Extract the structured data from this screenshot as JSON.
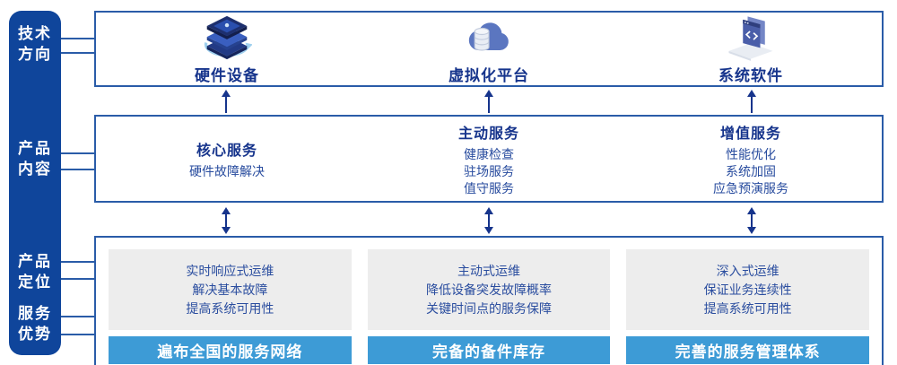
{
  "colors": {
    "sidebar_blue": "#0F459B",
    "box_border_blue": "#2A5CA8",
    "title_navy": "#16348C",
    "body_navy": "#274B9E",
    "bar_sky_blue": "#3D9BD6",
    "gray_panel": "#EDEDED",
    "arrow_navy": "#16348C",
    "icon_light_blue": "#9FD0EE",
    "icon_cloud_blue": "#5B76C0"
  },
  "sidebar": {
    "labels": [
      {
        "line1": "技术",
        "line2": "方向"
      },
      {
        "line1": "产品",
        "line2": "内容"
      },
      {
        "line1": "产品",
        "line2": "定位"
      },
      {
        "line1": "服务",
        "line2": "优势"
      }
    ]
  },
  "tech_row": {
    "items": [
      {
        "icon": "server-stack-icon",
        "label": "硬件设备"
      },
      {
        "icon": "cloud-database-icon",
        "label": "虚拟化平台"
      },
      {
        "icon": "code-window-icon",
        "label": "系统软件"
      }
    ]
  },
  "content_row": {
    "columns": [
      {
        "title": "核心服务",
        "items": [
          "硬件故障解决"
        ]
      },
      {
        "title": "主动服务",
        "items": [
          "健康检查",
          "驻场服务",
          "值守服务"
        ]
      },
      {
        "title": "增值服务",
        "items": [
          "性能优化",
          "系统加固",
          "应急预演服务"
        ]
      }
    ]
  },
  "position_row": {
    "columns": [
      {
        "lines": [
          "实时响应式运维",
          "解决基本故障",
          "提高系统可用性"
        ],
        "bar": "遍布全国的服务网络"
      },
      {
        "lines": [
          "主动式运维",
          "降低设备突发故障概率",
          "关键时间点的服务保障"
        ],
        "bar": "完备的备件库存"
      },
      {
        "lines": [
          "深入式运维",
          "保证业务连续性",
          "提高系统可用性"
        ],
        "bar": "完善的服务管理体系"
      }
    ]
  }
}
